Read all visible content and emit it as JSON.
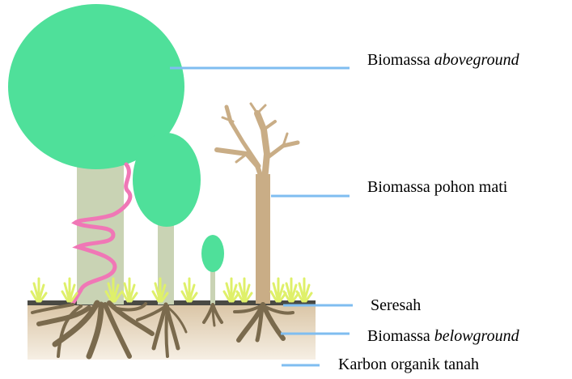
{
  "labels": {
    "aboveground_prefix": "Biomassa ",
    "aboveground_em": "aboveground",
    "dead_tree": "Biomassa pohon mati",
    "litter": "Seresah",
    "belowground_prefix": "Biomassa ",
    "belowground_em": "belowground",
    "soil_carbon": "Karbon organik tanah"
  },
  "colors": {
    "canopy": "#4fe09a",
    "trunk_live": "#c9d3b4",
    "trunk_dead": "#c9ad86",
    "roots": "#7a6a4d",
    "soil_top": "#d9c4a4",
    "soil_bottom": "#f3ebdf",
    "vine": "#f077b6",
    "grass": "#dff06a",
    "leader_line": "#7fbdf0"
  },
  "icons": [
    "tree-icon",
    "dead-tree-icon",
    "sapling-icon",
    "grass-icon",
    "vine-icon",
    "root-icon"
  ]
}
